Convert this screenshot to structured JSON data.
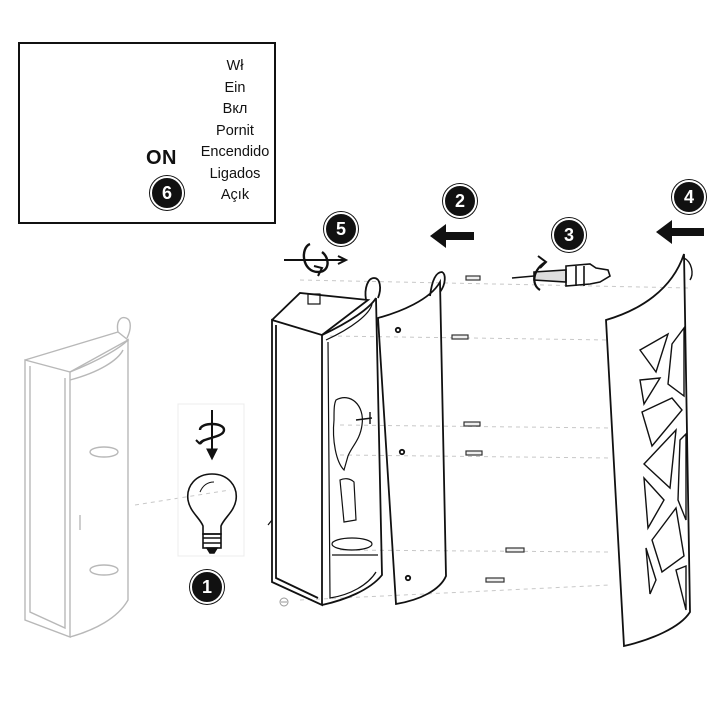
{
  "inset": {
    "on_label": "ON",
    "languages": [
      "Wł",
      "Ein",
      "Вкл",
      "Pornit",
      "Encendido",
      "Ligados",
      "Açık"
    ]
  },
  "steps": [
    {
      "number": "1",
      "icon": "bulb-icon"
    },
    {
      "number": "2",
      "icon": "arrow-left-icon"
    },
    {
      "number": "3",
      "icon": "screwdriver-icon"
    },
    {
      "number": "4",
      "icon": "arrow-left-icon"
    },
    {
      "number": "5",
      "icon": "rotate-icon"
    },
    {
      "number": "6",
      "icon": "switch-icon"
    }
  ],
  "colors": {
    "line": "#111111",
    "faint": "#b8b8b8",
    "dash": "#c8c8c8"
  }
}
